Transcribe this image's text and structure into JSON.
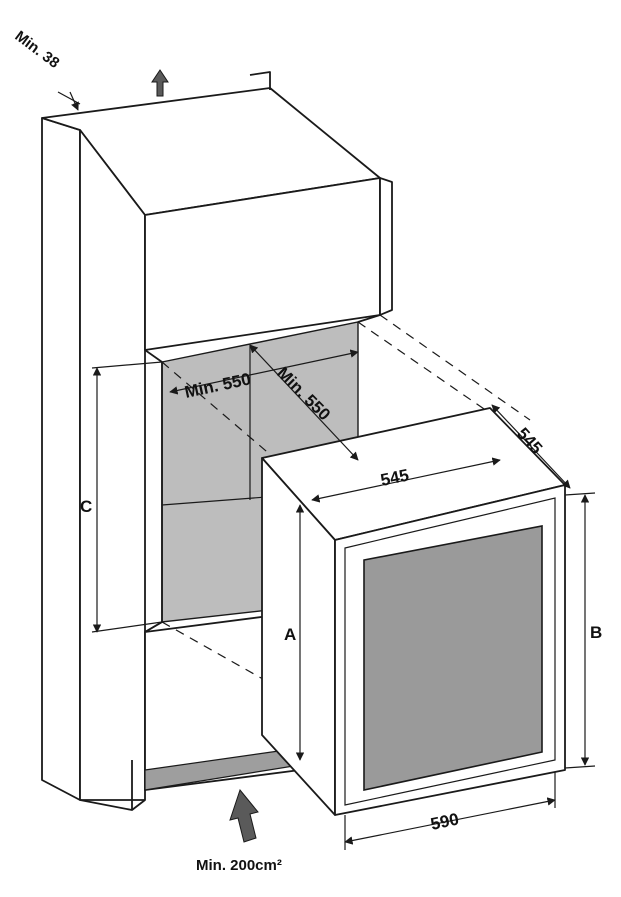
{
  "labels": {
    "min_top_gap": "Min. 38",
    "min_width": "Min. 550",
    "min_depth": "Min. 550",
    "appliance_width_top": "545",
    "appliance_depth": "545",
    "appliance_width_front": "590",
    "height_a": "A",
    "height_b": "B",
    "height_c": "C",
    "vent_area": "Min. 200cm²"
  }
}
